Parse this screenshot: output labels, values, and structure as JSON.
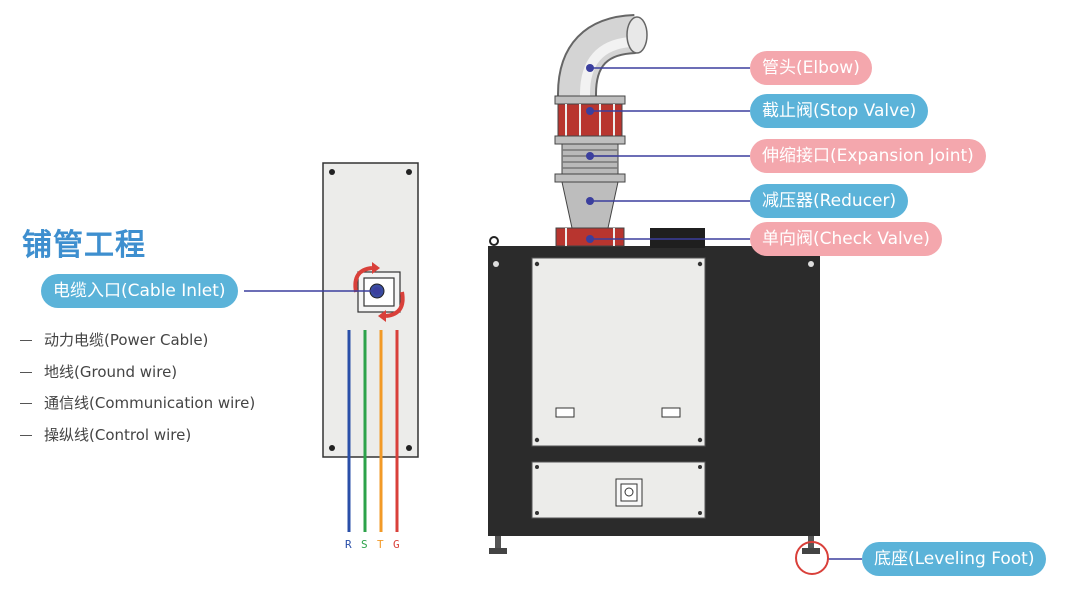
{
  "title": "铺管工程",
  "cable_inlet": "电缆入口(Cable Inlet)",
  "legend": [
    "动力电缆(Power Cable)",
    "地线(Ground wire)",
    "通信线(Communication wire)",
    "操纵线(Control wire)"
  ],
  "wires": [
    {
      "label": "R",
      "color": "#2a4fa8"
    },
    {
      "label": "S",
      "color": "#2ca24a"
    },
    {
      "label": "T",
      "color": "#f29a27"
    },
    {
      "label": "G",
      "color": "#d9403a"
    }
  ],
  "callouts": {
    "elbow": "管头(Elbow)",
    "stop_valve": "截止阀(Stop Valve)",
    "expansion_joint": "伸缩接口(Expansion Joint)",
    "reducer": "减压器(Reducer)",
    "check_valve": "单向阀(Check Valve)",
    "leveling_foot": "底座(Leveling Foot)"
  },
  "colors": {
    "title": "#3e8fcf",
    "blue_pill": "#5bb3d9",
    "pink_pill": "#f4a7ad",
    "leader": "#3b3f9e",
    "highlight": "#d9403a"
  }
}
